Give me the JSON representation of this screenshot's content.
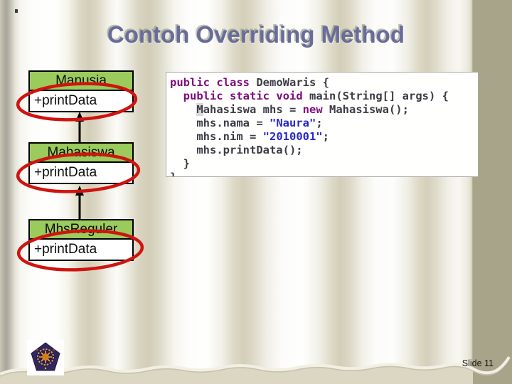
{
  "slide": {
    "title": "Contoh Overriding Method",
    "slide_number_label": "Slide 11"
  },
  "diagram": {
    "classes": [
      {
        "name": "Manusia",
        "method": "+printData"
      },
      {
        "name": "Mahasiswa",
        "method": "+printData"
      },
      {
        "name": "MhsReguler",
        "method": "+printData"
      }
    ],
    "header_color": "#9bcb5c",
    "annotation_color": "#cf1410"
  },
  "code_panel": {
    "colors": {
      "keyword": "#7d0c7d",
      "string": "#2828c8",
      "plain": "#3c3c46"
    },
    "lines": [
      [
        {
          "t": "kw",
          "s": "public"
        },
        {
          "t": "p",
          "s": " "
        },
        {
          "t": "kw",
          "s": "class"
        },
        {
          "t": "p",
          "s": " DemoWaris {"
        }
      ],
      [
        {
          "t": "p",
          "s": "  "
        },
        {
          "t": "kw",
          "s": "public"
        },
        {
          "t": "p",
          "s": " "
        },
        {
          "t": "kw",
          "s": "static"
        },
        {
          "t": "p",
          "s": " "
        },
        {
          "t": "kw",
          "s": "void"
        },
        {
          "t": "p",
          "s": " main(String[] args) {"
        }
      ],
      [
        {
          "t": "p",
          "s": "    "
        },
        {
          "t": "hl",
          "s": "M"
        },
        {
          "t": "p",
          "s": "ahasiswa mhs = "
        },
        {
          "t": "kw",
          "s": "new"
        },
        {
          "t": "p",
          "s": " Mahasiswa();"
        }
      ],
      [
        {
          "t": "p",
          "s": "    mhs.nama = "
        },
        {
          "t": "str",
          "s": "\"Naura\""
        },
        {
          "t": "p",
          "s": ";"
        }
      ],
      [
        {
          "t": "p",
          "s": "    mhs.nim = "
        },
        {
          "t": "str",
          "s": "\"2010001\""
        },
        {
          "t": "p",
          "s": ";"
        }
      ],
      [
        {
          "t": "p",
          "s": "    mhs.printData();"
        }
      ],
      [
        {
          "t": "p",
          "s": "  }"
        }
      ],
      [
        {
          "t": "p",
          "s": "}"
        }
      ]
    ]
  }
}
